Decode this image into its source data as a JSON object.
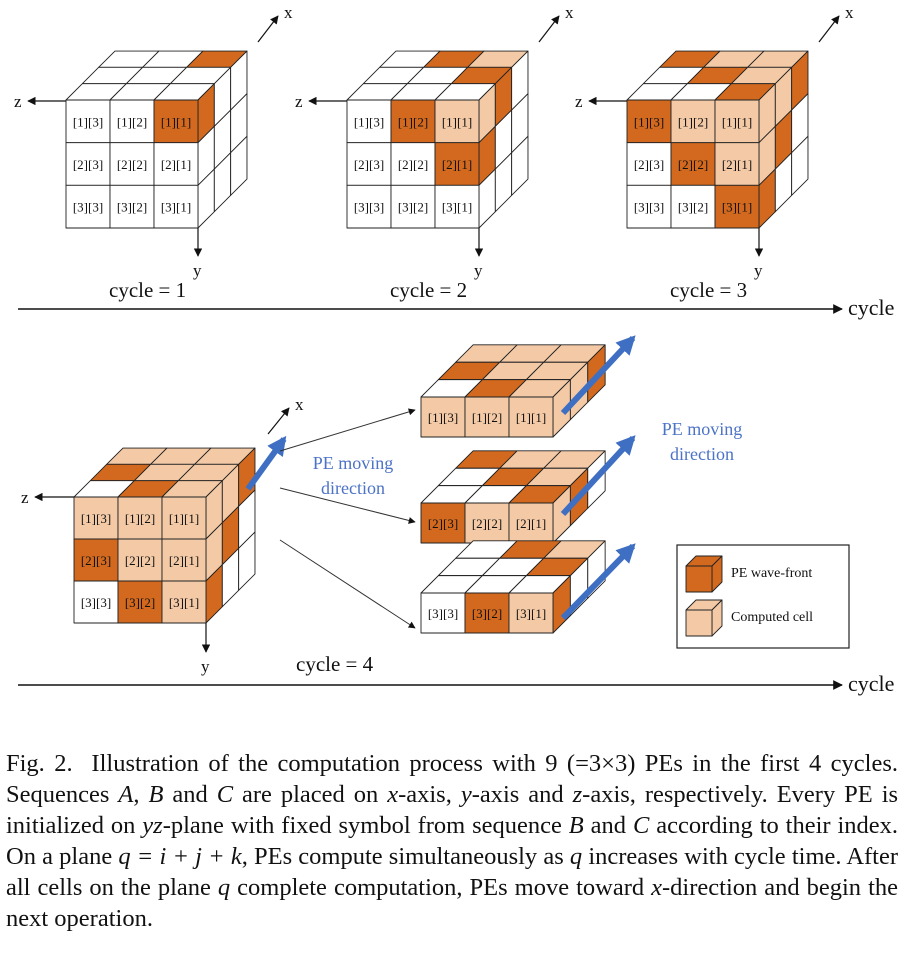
{
  "axis_labels": {
    "x": "x",
    "y": "y",
    "z": "z",
    "timeline": "cycle"
  },
  "cycle_labels": [
    "cycle = 1",
    "cycle = 2",
    "cycle = 3",
    "cycle = 4"
  ],
  "cells": [
    [
      "[1][3]",
      "[1][2]",
      "[1][1]"
    ],
    [
      "[2][3]",
      "[2][2]",
      "[2][1]"
    ],
    [
      "[3][3]",
      "[3][2]",
      "[3][1]"
    ]
  ],
  "annotations": {
    "pe_moving": "PE moving",
    "direction": "direction"
  },
  "legend": {
    "wavefront": "PE wave-front",
    "computed": "Computed cell"
  },
  "colors": {
    "wavefront": "#d2691e",
    "computed": "#f3c9a6",
    "empty": "#ffffff",
    "arrow_blue": "#3f6fc2",
    "text_blue": "#4c73c6"
  },
  "caption": {
    "fig_label": "Fig. 2.",
    "t1": "Illustration of the computation process with 9 (=3×3) PEs in the first 4 cycles. Sequences ",
    "A": "A",
    "t2": ", ",
    "B": "B",
    "t3": " and ",
    "C": "C",
    "t4": " are placed on ",
    "xaxis": "x",
    "t5": "-axis, ",
    "yaxis": "y",
    "t6": "-axis and ",
    "zaxis": "z",
    "t7": "-axis, respectively. Every PE is initialized on ",
    "yz": "yz",
    "t8": "-plane with fixed symbol from sequence ",
    "B2": "B",
    "t9": " and ",
    "C2": "C",
    "t10": " according to their index. On a plane ",
    "eq": "q = i + j + k",
    "t11": ", PEs compute simultaneously as ",
    "q1": "q",
    "t12": " increases with cycle time. After all cells on the plane ",
    "q2": "q",
    "t13": " complete computation, PEs move toward ",
    "x2": "x",
    "t14": "-direction and begin the next operation."
  }
}
